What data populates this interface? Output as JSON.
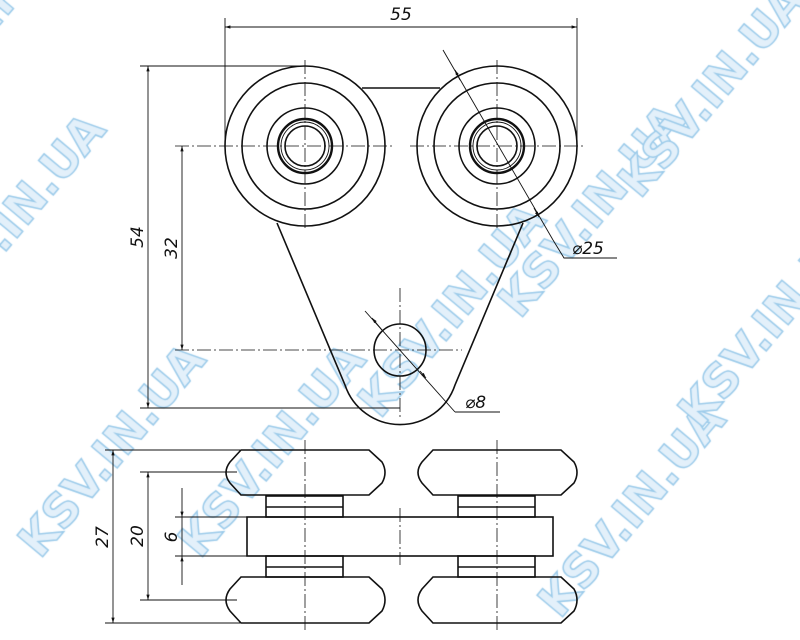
{
  "watermark": "KSV.IN.UA",
  "dimensions": {
    "overall_width": "55",
    "overall_height": "54",
    "axis_to_hole": "32",
    "wheel_diameter": "⌀25",
    "hole_diameter": "⌀8",
    "total_thickness": "27",
    "wheel_spacing": "20",
    "plate_thickness": "6"
  }
}
